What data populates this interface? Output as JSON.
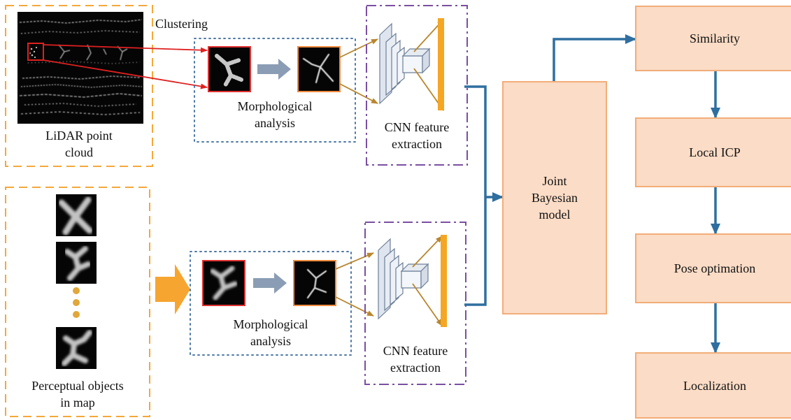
{
  "labels": {
    "clustering": "Clustering",
    "lidar_caption_1": "LiDAR point",
    "lidar_caption_2": "cloud",
    "morph_top_1": "Morphological",
    "morph_top_2": "analysis",
    "morph_bottom_1": "Morphological",
    "morph_bottom_2": "analysis",
    "cnn_top_1": "CNN feature",
    "cnn_top_2": "extraction",
    "cnn_bottom_1": "CNN feature",
    "cnn_bottom_2": "extraction",
    "map_caption_1": "Perceptual objects",
    "map_caption_2": "in map"
  },
  "joint_model": {
    "line1": "Joint",
    "line2": "Bayesian",
    "line3": "model"
  },
  "pipeline": [
    "Similarity",
    "Local ICP",
    "Pose optimation",
    "Localization"
  ],
  "colors": {
    "orange_dash": "#f4a83a",
    "blue_dotted": "#4e79a7",
    "purple_dashdot": "#7a4fa0",
    "box_fill": "#fbdcc6",
    "box_border": "#f2ad78",
    "flow_arrow": "#2f6f9f",
    "red_arrow": "#e02020",
    "brown_arrow": "#b8862e",
    "feature_bar": "#f5a623"
  }
}
